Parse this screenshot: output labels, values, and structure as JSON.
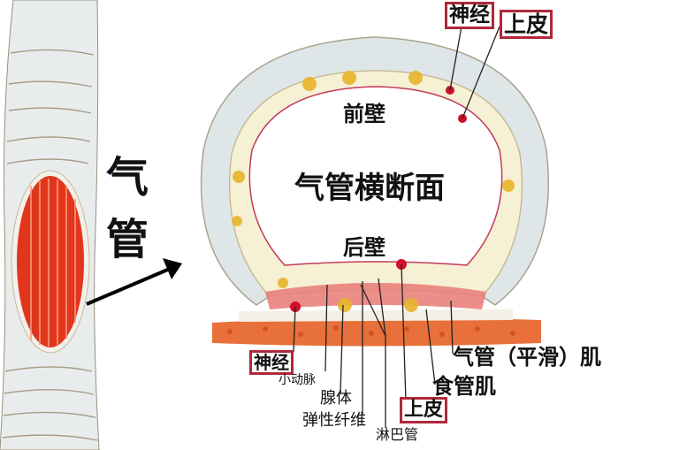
{
  "figure": {
    "type": "anatomical-diagram",
    "subject": "trachea cross-section"
  },
  "side_label": {
    "line1": "气",
    "line2": "管"
  },
  "center_labels": {
    "anterior_wall": "前壁",
    "cross_section": "气管横断面",
    "posterior_wall": "后壁"
  },
  "top_labels": {
    "nerve": "神经",
    "epithelium": "上皮"
  },
  "bottom_labels": {
    "nerve": "神经",
    "arteriole": "小动脉",
    "gland": "腺体",
    "elastic_fiber": "弹性纤维",
    "lymphatic": "淋巴管",
    "epithelium": "上皮",
    "esophageal_muscle": "食管肌",
    "tracheal_smooth_muscle": "气管（平滑）肌"
  },
  "colors": {
    "label_box": "#b0283c",
    "muscle_red": "#e0321e",
    "cartilage": "#dfe6e8",
    "esophagus": "#e8703a",
    "marker": "#d0102a"
  }
}
